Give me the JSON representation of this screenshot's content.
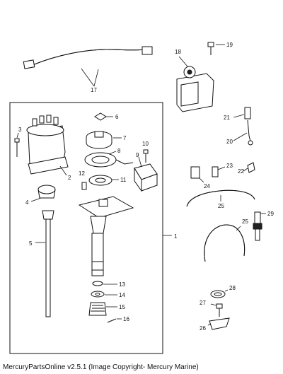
{
  "caption": "MercuryPartsOnline v2.5.1 (Image Copyright- Mercury Marine)",
  "callouts": [
    "1",
    "2",
    "3",
    "4",
    "5",
    "6",
    "7",
    "8",
    "9",
    "10",
    "11",
    "12",
    "13",
    "14",
    "15",
    "16",
    "17",
    "18",
    "19",
    "20",
    "21",
    "22",
    "23",
    "24",
    "25",
    "25",
    "26",
    "27",
    "28",
    "29"
  ]
}
